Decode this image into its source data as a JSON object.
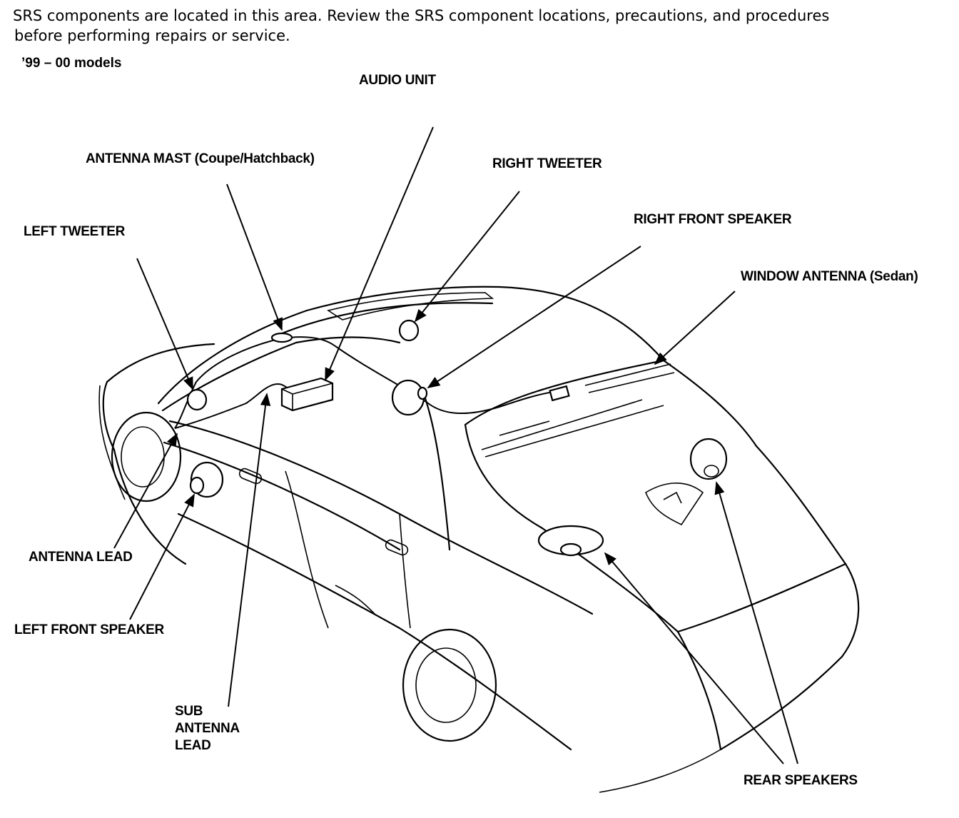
{
  "notice": {
    "line1": "SRS components are located in this area. Review the SRS component locations, precautions, and procedures",
    "line2": "before performing repairs or service."
  },
  "model_label": "’99 – 00 models",
  "callouts": {
    "audio_unit": "AUDIO UNIT",
    "antenna_mast": "ANTENNA MAST (Coupe/Hatchback)",
    "right_tweeter": "RIGHT TWEETER",
    "right_front_speaker": "RIGHT FRONT SPEAKER",
    "left_tweeter": "LEFT TWEETER",
    "window_antenna": "WINDOW ANTENNA (Sedan)",
    "antenna_lead": "ANTENNA LEAD",
    "left_front_speaker": "LEFT FRONT SPEAKER",
    "sub_antenna_lead": [
      "SUB",
      "ANTENNA",
      "LEAD"
    ],
    "rear_speakers": "REAR SPEAKERS"
  }
}
